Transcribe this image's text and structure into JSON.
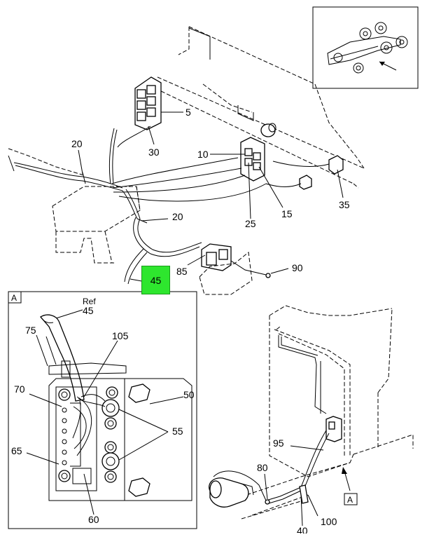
{
  "callouts": {
    "c5": "5",
    "c10": "10",
    "c15": "15",
    "c20a": "20",
    "c20b": "20",
    "c25": "25",
    "c30": "30",
    "c35": "35",
    "c45_highlight": "45",
    "c85": "85",
    "c90": "90",
    "c40": "40",
    "c80": "80",
    "c95": "95",
    "c100": "100"
  },
  "detail_a": {
    "box_label": "A",
    "ref_text": "Ref",
    "ref_number": "45",
    "c50": "50",
    "c55": "55",
    "c60": "60",
    "c65": "65",
    "c70": "70",
    "c75": "75",
    "c105": "105"
  },
  "view_marker": "A",
  "highlight_color": "#2ee62e"
}
